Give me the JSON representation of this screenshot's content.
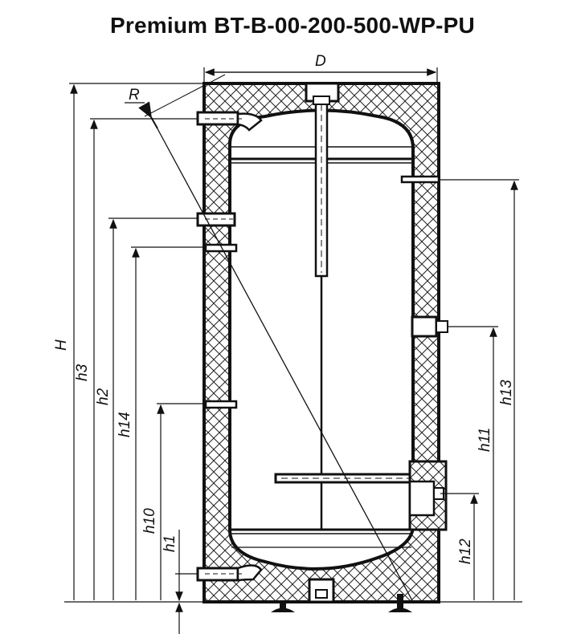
{
  "title": "Premium BT-B-00-200-500-WP-PU",
  "dimensions": {
    "D": "D",
    "R": "R",
    "H": "H",
    "h3": "h3",
    "h2": "h2",
    "h14": "h14",
    "h10": "h10",
    "h1": "h1",
    "h13": "h13",
    "h11": "h11",
    "h12": "h12"
  },
  "colors": {
    "line": "#111111",
    "background": "#ffffff"
  }
}
